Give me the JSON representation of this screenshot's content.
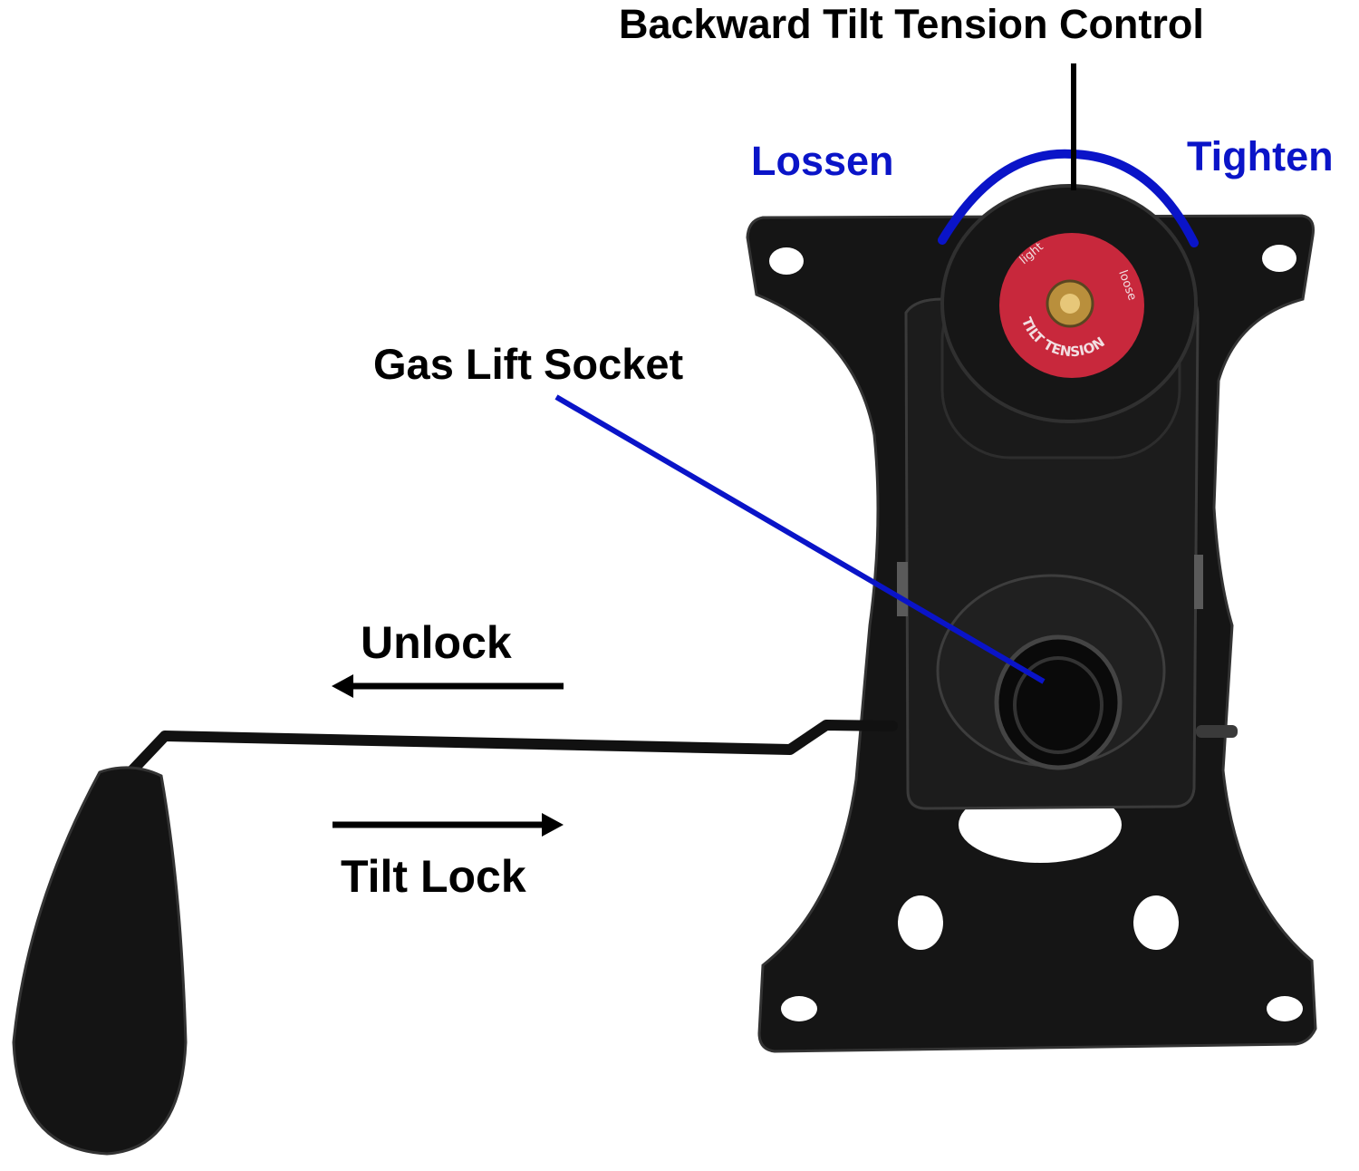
{
  "labels": {
    "backward_tilt_tension_control": "Backward Tilt Tension Control",
    "lossen": "Lossen",
    "tighten": "Tighten",
    "gas_lift_socket": "Gas Lift Socket",
    "unlock": "Unlock",
    "tilt_lock": "Tilt Lock"
  },
  "knob_text": {
    "ring": "TILT TENSION",
    "light": "light",
    "loose": "loose"
  },
  "colors": {
    "background": "#ffffff",
    "label_text": "#000000",
    "direction_text": "#0a14c8",
    "leader_blue": "#0a14c8",
    "metal": "#141414",
    "knob_red": "#c8283c"
  }
}
